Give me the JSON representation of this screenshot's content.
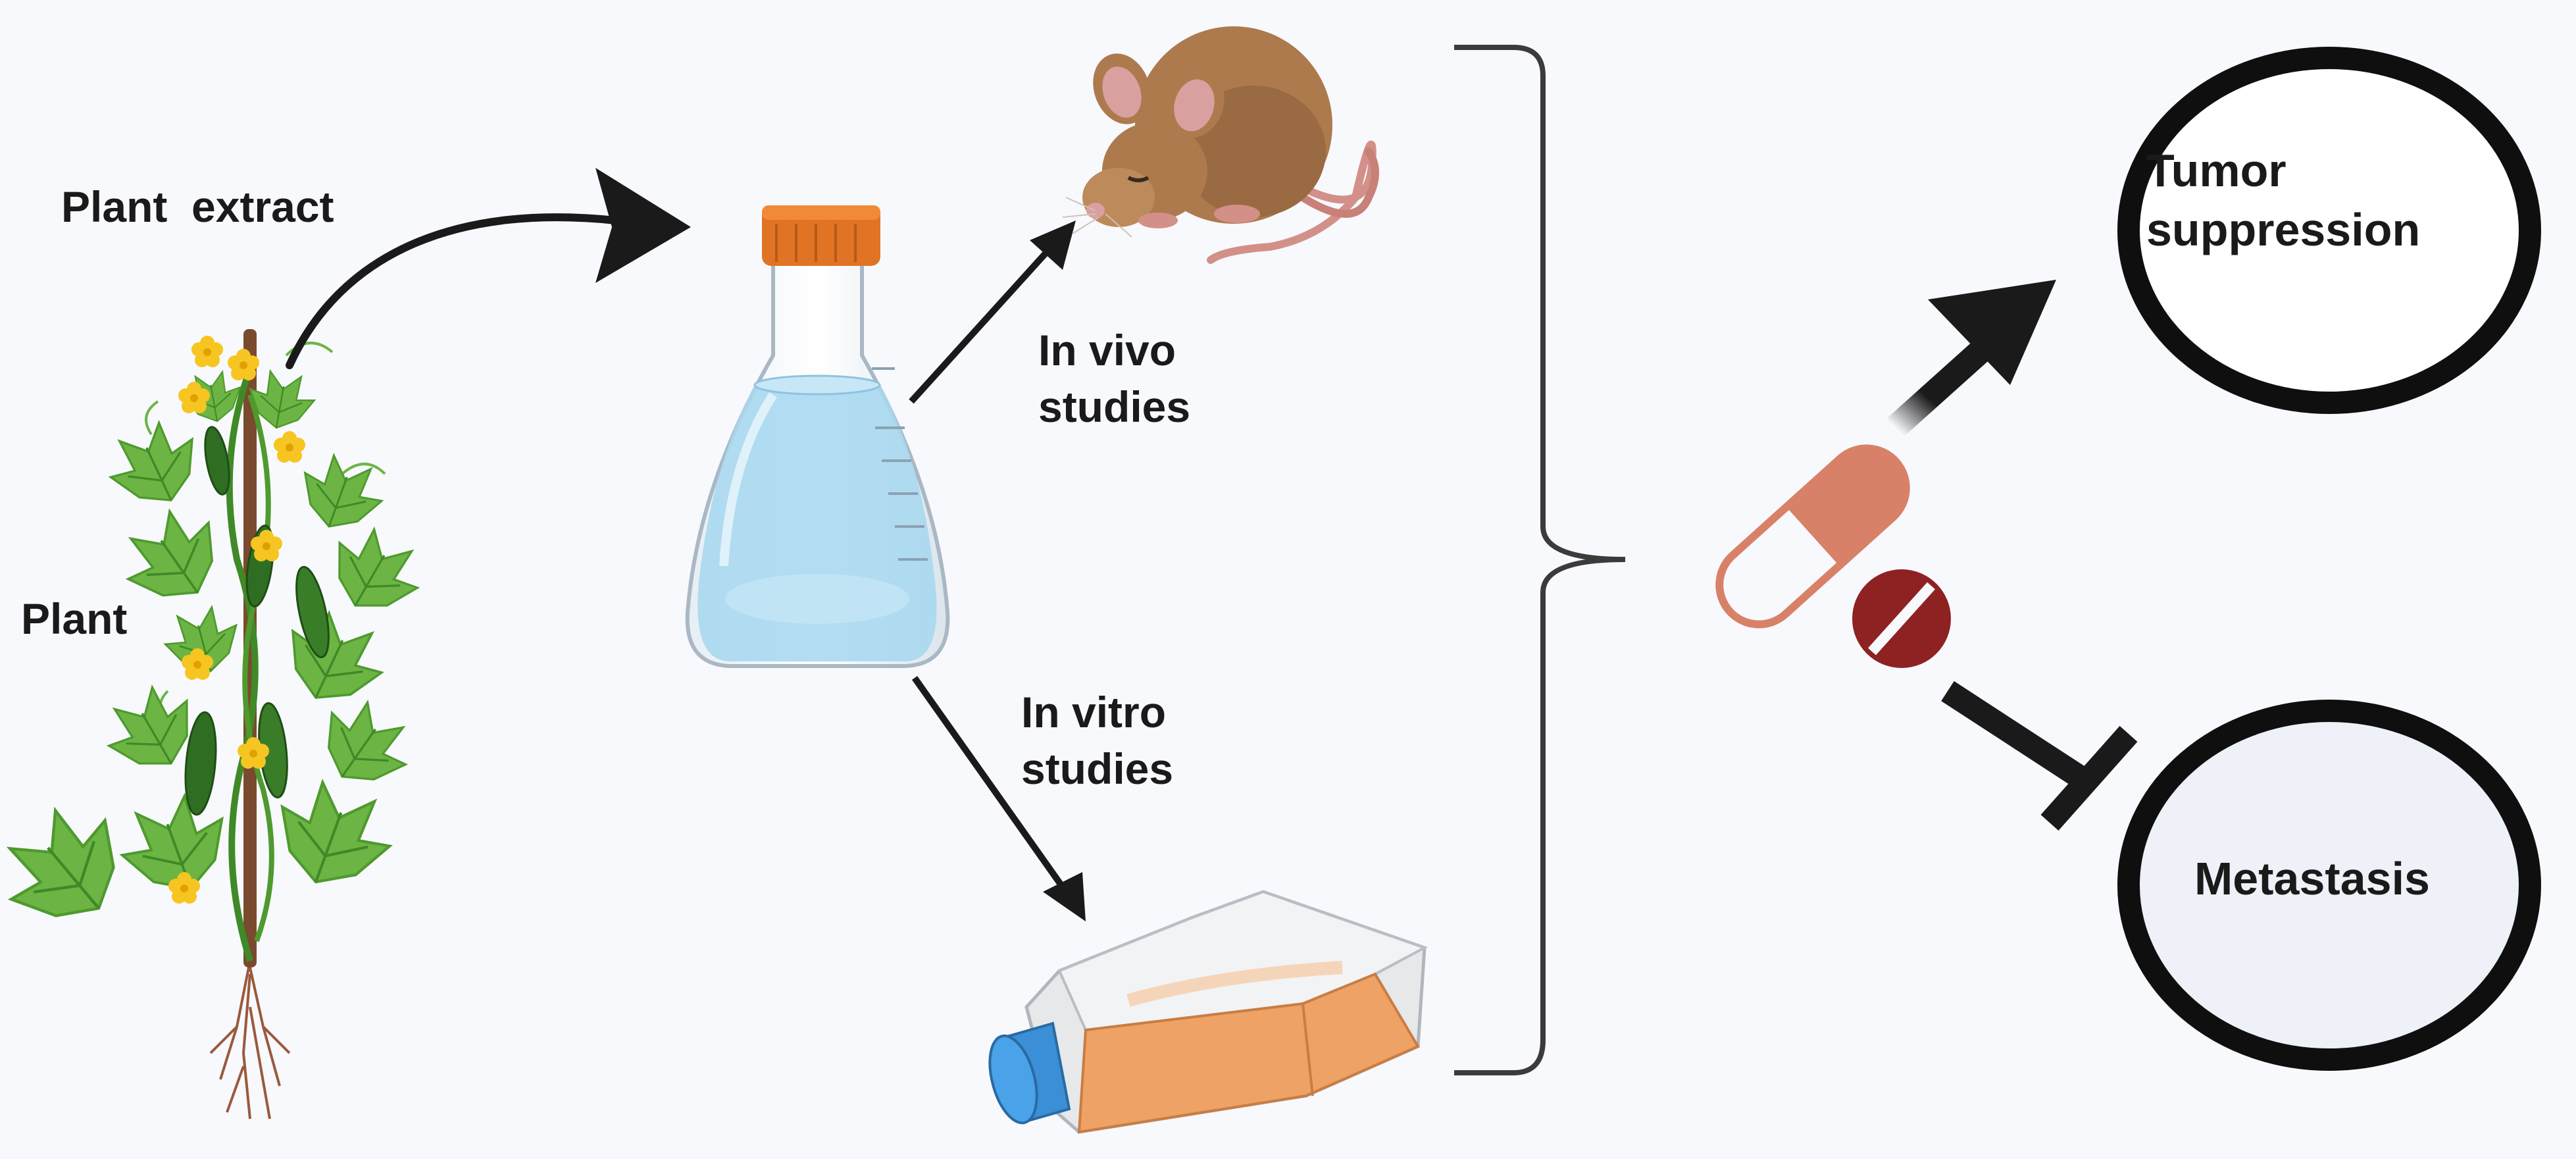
{
  "labels": {
    "plant_extract": "Plant  extract",
    "plant": "Plant",
    "in_vivo": [
      "In vivo",
      "studies"
    ],
    "in_vitro": [
      "In vitro",
      "studies"
    ],
    "tumor_suppression": [
      "Tumor",
      "suppression"
    ],
    "metastasis": "Metastasis"
  },
  "icons": [
    "cucumber-plant-icon",
    "erlenmeyer-flask-icon",
    "mouse-icon",
    "cell-culture-flask-icon",
    "capsule-pill-icon",
    "tablet-pill-icon"
  ],
  "colors": {
    "background": "#f8f9fd",
    "arrow": "#1a1a1a",
    "leaf": "#6cb544",
    "flower": "#f6c521",
    "flask_liquid": "#a8d8f0",
    "flask_cap": "#e07324",
    "mouse": "#ad7a4e",
    "culture_medium": "#eea266",
    "culture_cap": "#3a8fd6",
    "capsule": "#d88168",
    "tablet": "#8e2121",
    "circle_outline": "#0f0f0f"
  }
}
